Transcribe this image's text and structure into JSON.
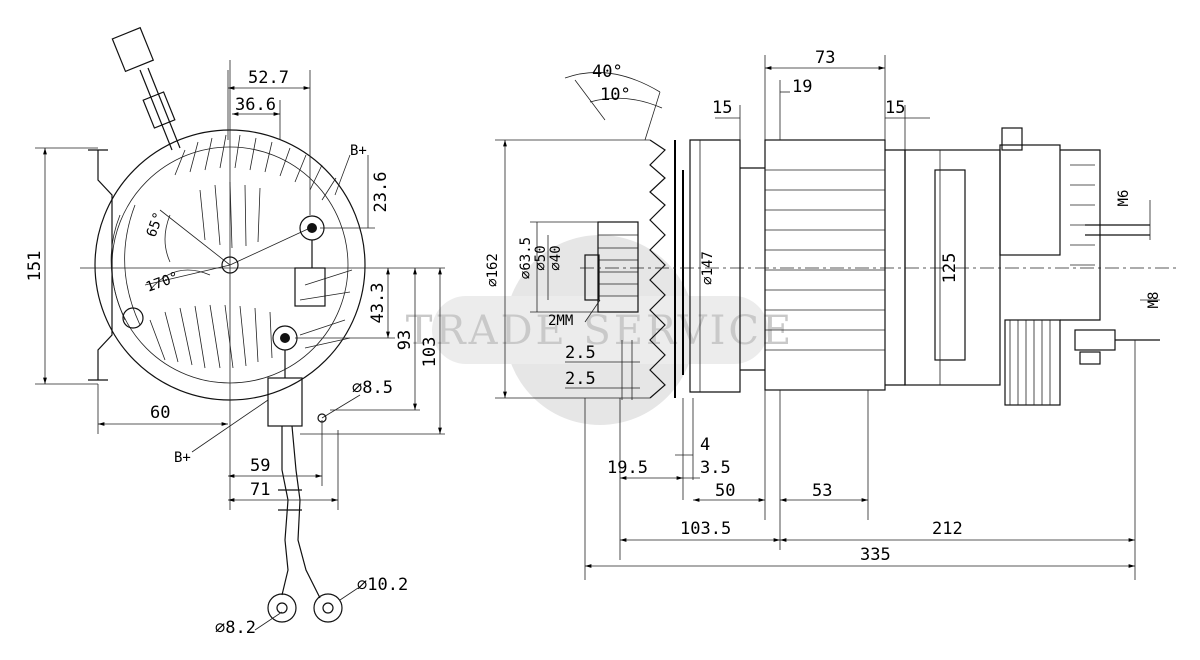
{
  "watermark": "TRADE SERVICE",
  "front_view": {
    "dims": {
      "d52_7": "52.7",
      "d36_6": "36.6",
      "d23_6": "23.6",
      "d151": "151",
      "d43_3": "43.3",
      "d93": "93",
      "d103": "103",
      "d60": "60",
      "d59": "59",
      "d71": "71",
      "d8_5": "⌀8.5",
      "d10_2": "⌀10.2",
      "d8_2": "⌀8.2",
      "a65": "65°",
      "a170": "170°"
    },
    "labels": {
      "b_plus_top": "B+",
      "b_plus": "B+"
    }
  },
  "side_view": {
    "dims": {
      "d40": "40°",
      "d10": "10°",
      "d73": "73",
      "d19": "19",
      "d15l": "15",
      "d15r": "15",
      "d162": "⌀162",
      "d63_5": "⌀63.5",
      "d50": "⌀50",
      "d40b": "⌀40",
      "d147": "⌀147",
      "d125": "125",
      "m6": "M6",
      "m8": "M8",
      "pulley": "2MM",
      "d2_5a": "2.5",
      "d2_5b": "2.5",
      "d4": "4",
      "d19_5": "19.5",
      "d3_5": "3.5",
      "d50b": "50",
      "d53": "53",
      "d103_5": "103.5",
      "d212": "212",
      "d335": "335"
    }
  }
}
